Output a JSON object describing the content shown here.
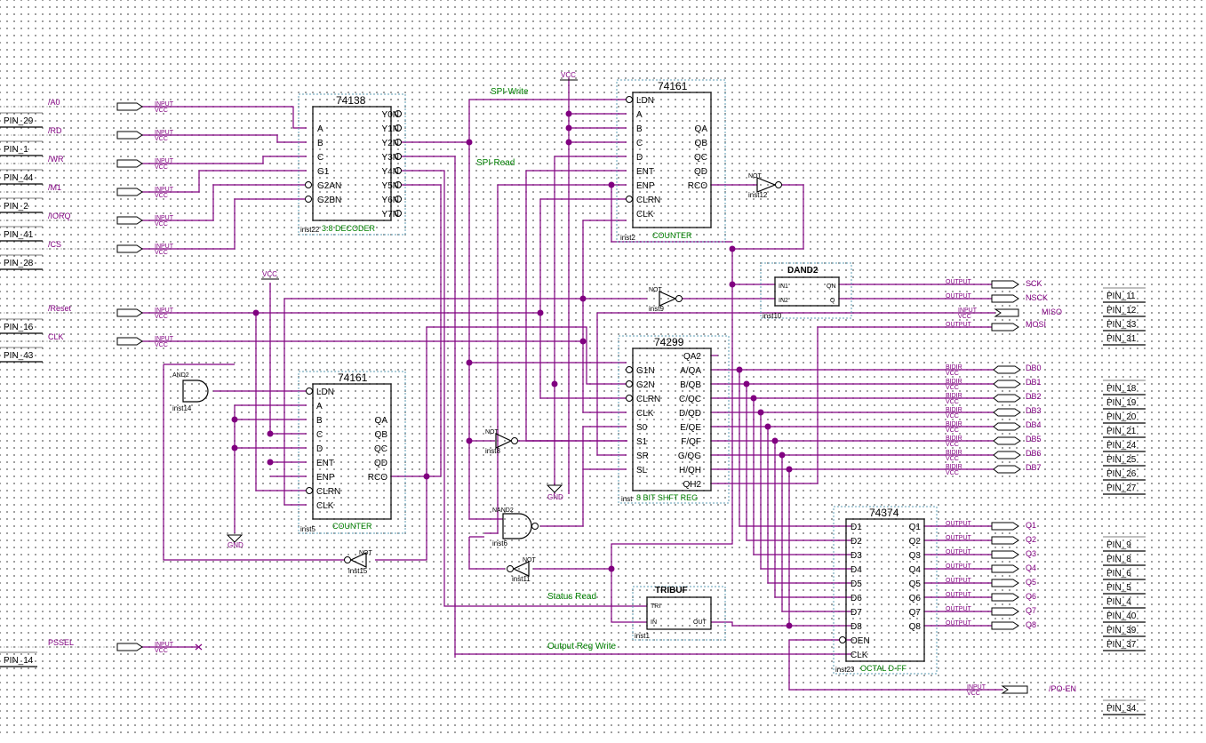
{
  "vcc": "VCC",
  "gnd": "GND",
  "input_word": "INPUT",
  "output_word": "OUTPUT",
  "bidir_word": "BIDIR",
  "inputs": [
    {
      "name": "/A0",
      "pin": "PIN_29"
    },
    {
      "name": "/RD",
      "pin": "PIN_1"
    },
    {
      "name": "/WR",
      "pin": "PIN_44"
    },
    {
      "name": "/M1",
      "pin": "PIN_2"
    },
    {
      "name": "/IORQ",
      "pin": "PIN_41"
    },
    {
      "name": "/CS",
      "pin": "PIN_28"
    },
    {
      "name": "/Reset",
      "pin": "PIN_16"
    },
    {
      "name": "CLK",
      "pin": "PIN_43"
    },
    {
      "name": "PSSEL",
      "pin": "PIN_14"
    }
  ],
  "spi_ports": [
    {
      "name": "SCK",
      "type": "OUTPUT",
      "pin": "PIN_11"
    },
    {
      "name": "NSCK",
      "type": "OUTPUT",
      "pin": "PIN_12"
    },
    {
      "name": "MISO",
      "type": "INPUT",
      "pin": "PIN_33"
    },
    {
      "name": "MOSI",
      "type": "OUTPUT",
      "pin": "PIN_31"
    }
  ],
  "data_bus": [
    {
      "name": "DB0",
      "pin": "PIN_18"
    },
    {
      "name": "DB1",
      "pin": "PIN_19"
    },
    {
      "name": "DB2",
      "pin": "PIN_20"
    },
    {
      "name": "DB3",
      "pin": "PIN_21"
    },
    {
      "name": "DB4",
      "pin": "PIN_24"
    },
    {
      "name": "DB5",
      "pin": "PIN_25"
    },
    {
      "name": "DB6",
      "pin": "PIN_26"
    },
    {
      "name": "DB7",
      "pin": "PIN_27"
    }
  ],
  "q_outputs": [
    {
      "name": "Q1",
      "pin": "PIN_9"
    },
    {
      "name": "Q2",
      "pin": "PIN_8"
    },
    {
      "name": "Q3",
      "pin": "PIN_6"
    },
    {
      "name": "Q4",
      "pin": "PIN_5"
    },
    {
      "name": "Q5",
      "pin": "PIN_4"
    },
    {
      "name": "Q6",
      "pin": "PIN_40"
    },
    {
      "name": "Q7",
      "pin": "PIN_39"
    },
    {
      "name": "Q8",
      "pin": "PIN_37"
    }
  ],
  "po_en": {
    "name": "/PO-EN",
    "pin": "PIN_34"
  },
  "net_labels": {
    "spi_write": "SPI-Write",
    "spi_read": "SPI-Read",
    "status_read": "Status Read",
    "output_reg_write": "Output Reg Write"
  },
  "decoder": {
    "part": "74138",
    "inst": "inst22",
    "desc": "3:8 DECODER",
    "left_pins": [
      "A",
      "B",
      "C",
      "G1",
      "G2AN",
      "G2BN"
    ],
    "right_pins": [
      "Y0N",
      "Y1N",
      "Y2N",
      "Y3N",
      "Y4N",
      "Y5N",
      "Y6N",
      "Y7N"
    ]
  },
  "counter_top": {
    "part": "74161",
    "inst": "inst2",
    "desc": "COUNTER",
    "left_pins": [
      "LDN",
      "A",
      "B",
      "C",
      "D",
      "ENT",
      "ENP",
      "CLRN",
      "CLK"
    ],
    "right_pins": [
      "QA",
      "QB",
      "QC",
      "QD",
      "RCO"
    ]
  },
  "counter_bottom": {
    "part": "74161",
    "inst": "inst5",
    "desc": "COUNTER",
    "left_pins": [
      "LDN",
      "A",
      "B",
      "C",
      "D",
      "ENT",
      "ENP",
      "CLRN",
      "CLK"
    ],
    "right_pins": [
      "QA",
      "QB",
      "QC",
      "QD",
      "RCO"
    ]
  },
  "shift_reg": {
    "part": "74299",
    "inst": "inst",
    "desc": "8 BIT SHFT REG",
    "left_pins": [
      "G1N",
      "G2N",
      "CLRN",
      "CLK",
      "S0",
      "S1",
      "SR",
      "SL"
    ],
    "right_pins": [
      "QA2",
      "A/QA",
      "B/QB",
      "C/QC",
      "D/QD",
      "E/QE",
      "F/QF",
      "G/QG",
      "H/QH",
      "QH2"
    ]
  },
  "octal_ff": {
    "part": "74374",
    "inst": "inst23",
    "desc": "OCTAL D-FF",
    "left_pins": [
      "D1",
      "D2",
      "D3",
      "D4",
      "D5",
      "D6",
      "D7",
      "D8",
      "OEN",
      "CLK"
    ],
    "right_pins": [
      "Q1",
      "Q2",
      "Q3",
      "Q4",
      "Q5",
      "Q6",
      "Q7",
      "Q8"
    ]
  },
  "dand2": {
    "title": "DAND2",
    "inst": "inst10",
    "pins": [
      "IN1",
      "IN2",
      "QN",
      "Q"
    ]
  },
  "tribuf": {
    "title": "TRIBUF",
    "inst": "inst1",
    "pins": [
      "TRI",
      "IN",
      "OUT"
    ]
  },
  "gates": {
    "not12": {
      "label": "NOT",
      "inst": "inst12"
    },
    "not9": {
      "label": "NOT",
      "inst": "inst9"
    },
    "not8": {
      "label": "NOT",
      "inst": "inst8"
    },
    "not11": {
      "label": "NOT",
      "inst": "inst11"
    },
    "not15": {
      "label": "NOT",
      "inst": "inst15"
    },
    "nand6": {
      "label": "NAND2",
      "inst": "inst6"
    },
    "and14": {
      "label": "AND2",
      "inst": "inst14"
    }
  }
}
